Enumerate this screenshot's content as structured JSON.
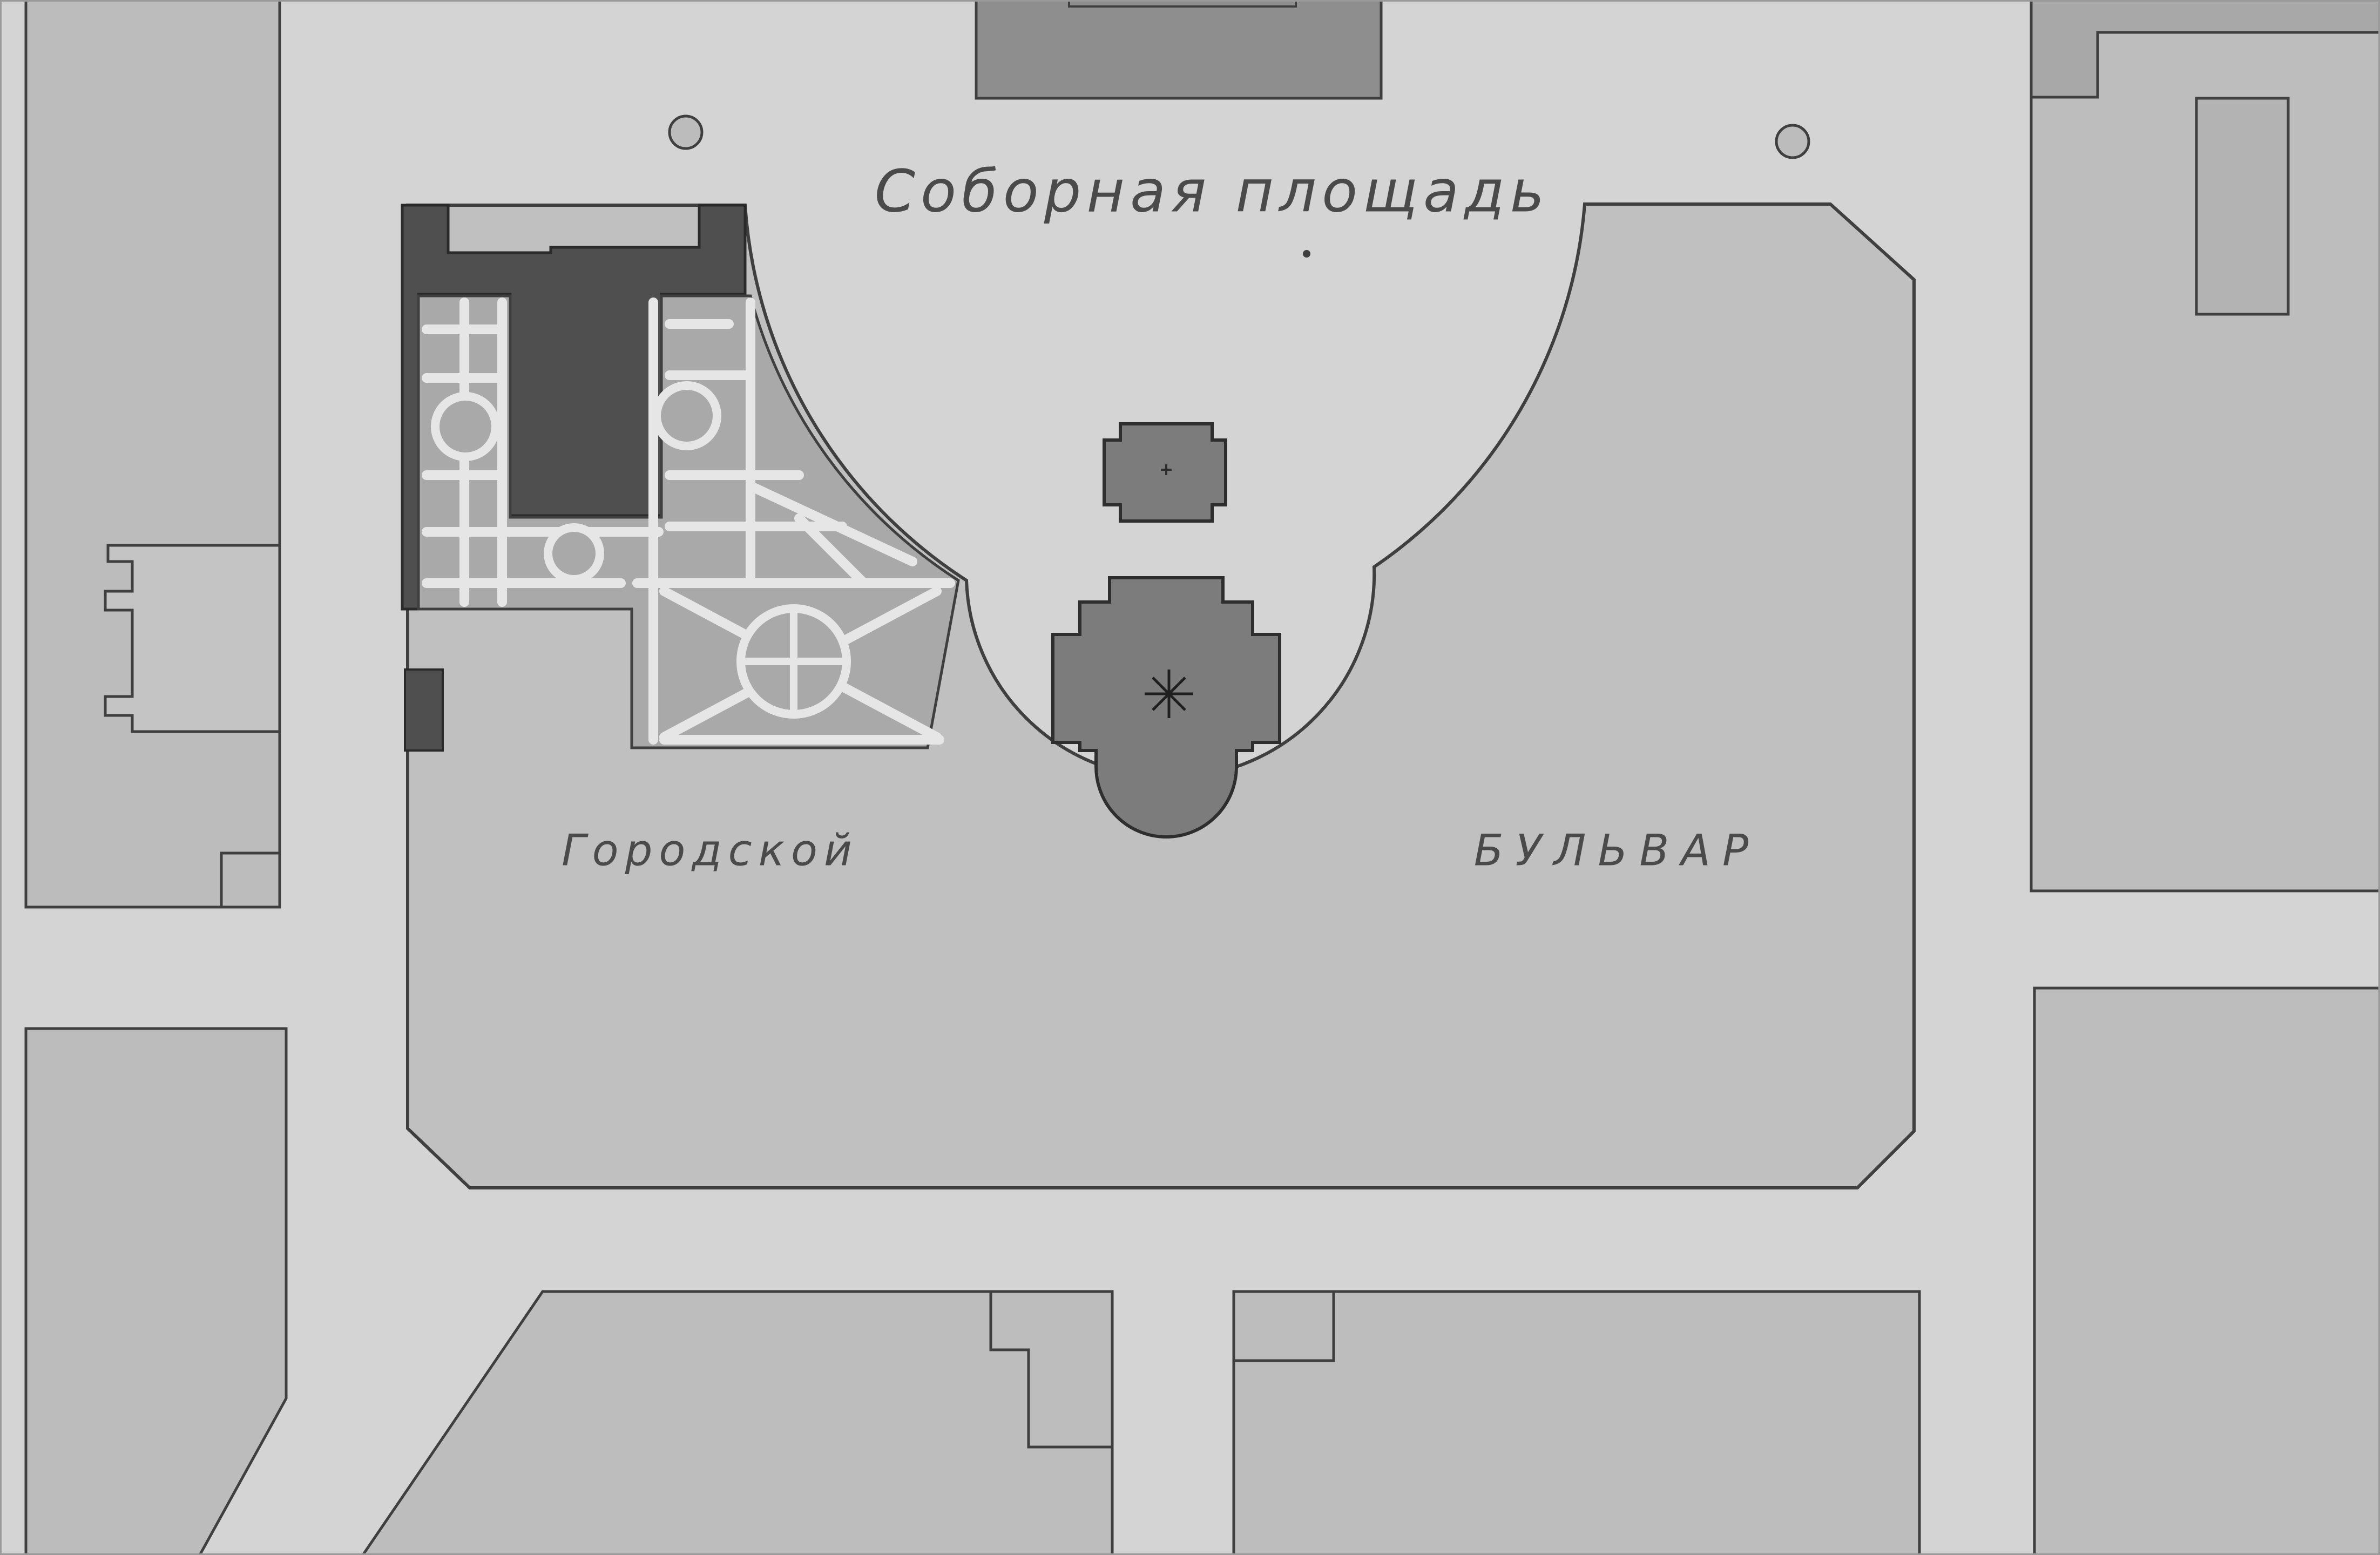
{
  "map": {
    "labels": {
      "square": "Соборная площадь",
      "city": "Городской",
      "boulevard": "БУЛЬВАР"
    },
    "colors": {
      "street": "#d4d4d4",
      "block": "#b9b9b9",
      "building": "#8a8a8a",
      "boulevard": "#bfbfbf",
      "garden_building": "#4f4f4f",
      "cathedral": "#7c7c7c",
      "path": "#e6e6e6",
      "outline": "#3f3f3f",
      "text": "#4a4a4a"
    }
  }
}
